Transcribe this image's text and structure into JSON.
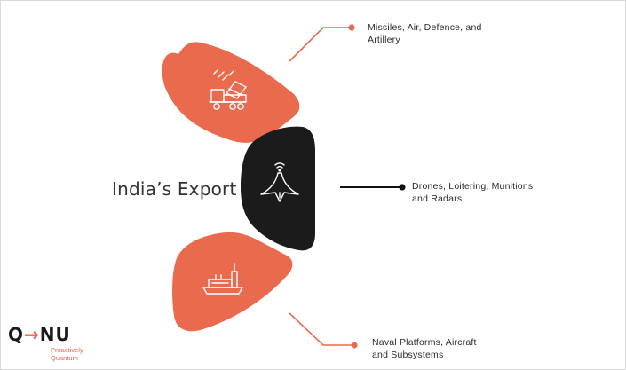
{
  "title": "India’s Export",
  "colors": {
    "accent": "#ea6a4e",
    "dark": "#1b1b1b",
    "line_dark": "#111111"
  },
  "segments": [
    {
      "id": "top",
      "icon": "missile-launcher-truck-icon",
      "label_lines": [
        "Missiles, Air, Defence, and",
        "Artillery"
      ]
    },
    {
      "id": "middle",
      "icon": "drone-icon",
      "label_lines": [
        "Drones, Loitering, Munitions",
        "and Radars"
      ]
    },
    {
      "id": "bottom",
      "icon": "naval-ship-icon",
      "label_lines": [
        "Naval Platforms, Aircraft",
        "and Subsystems"
      ]
    }
  ],
  "logo": {
    "mark_left": "Q",
    "mark_arrow": "→",
    "mark_right": "NU",
    "tagline_lines": [
      "Proactively",
      "Quantum"
    ]
  }
}
